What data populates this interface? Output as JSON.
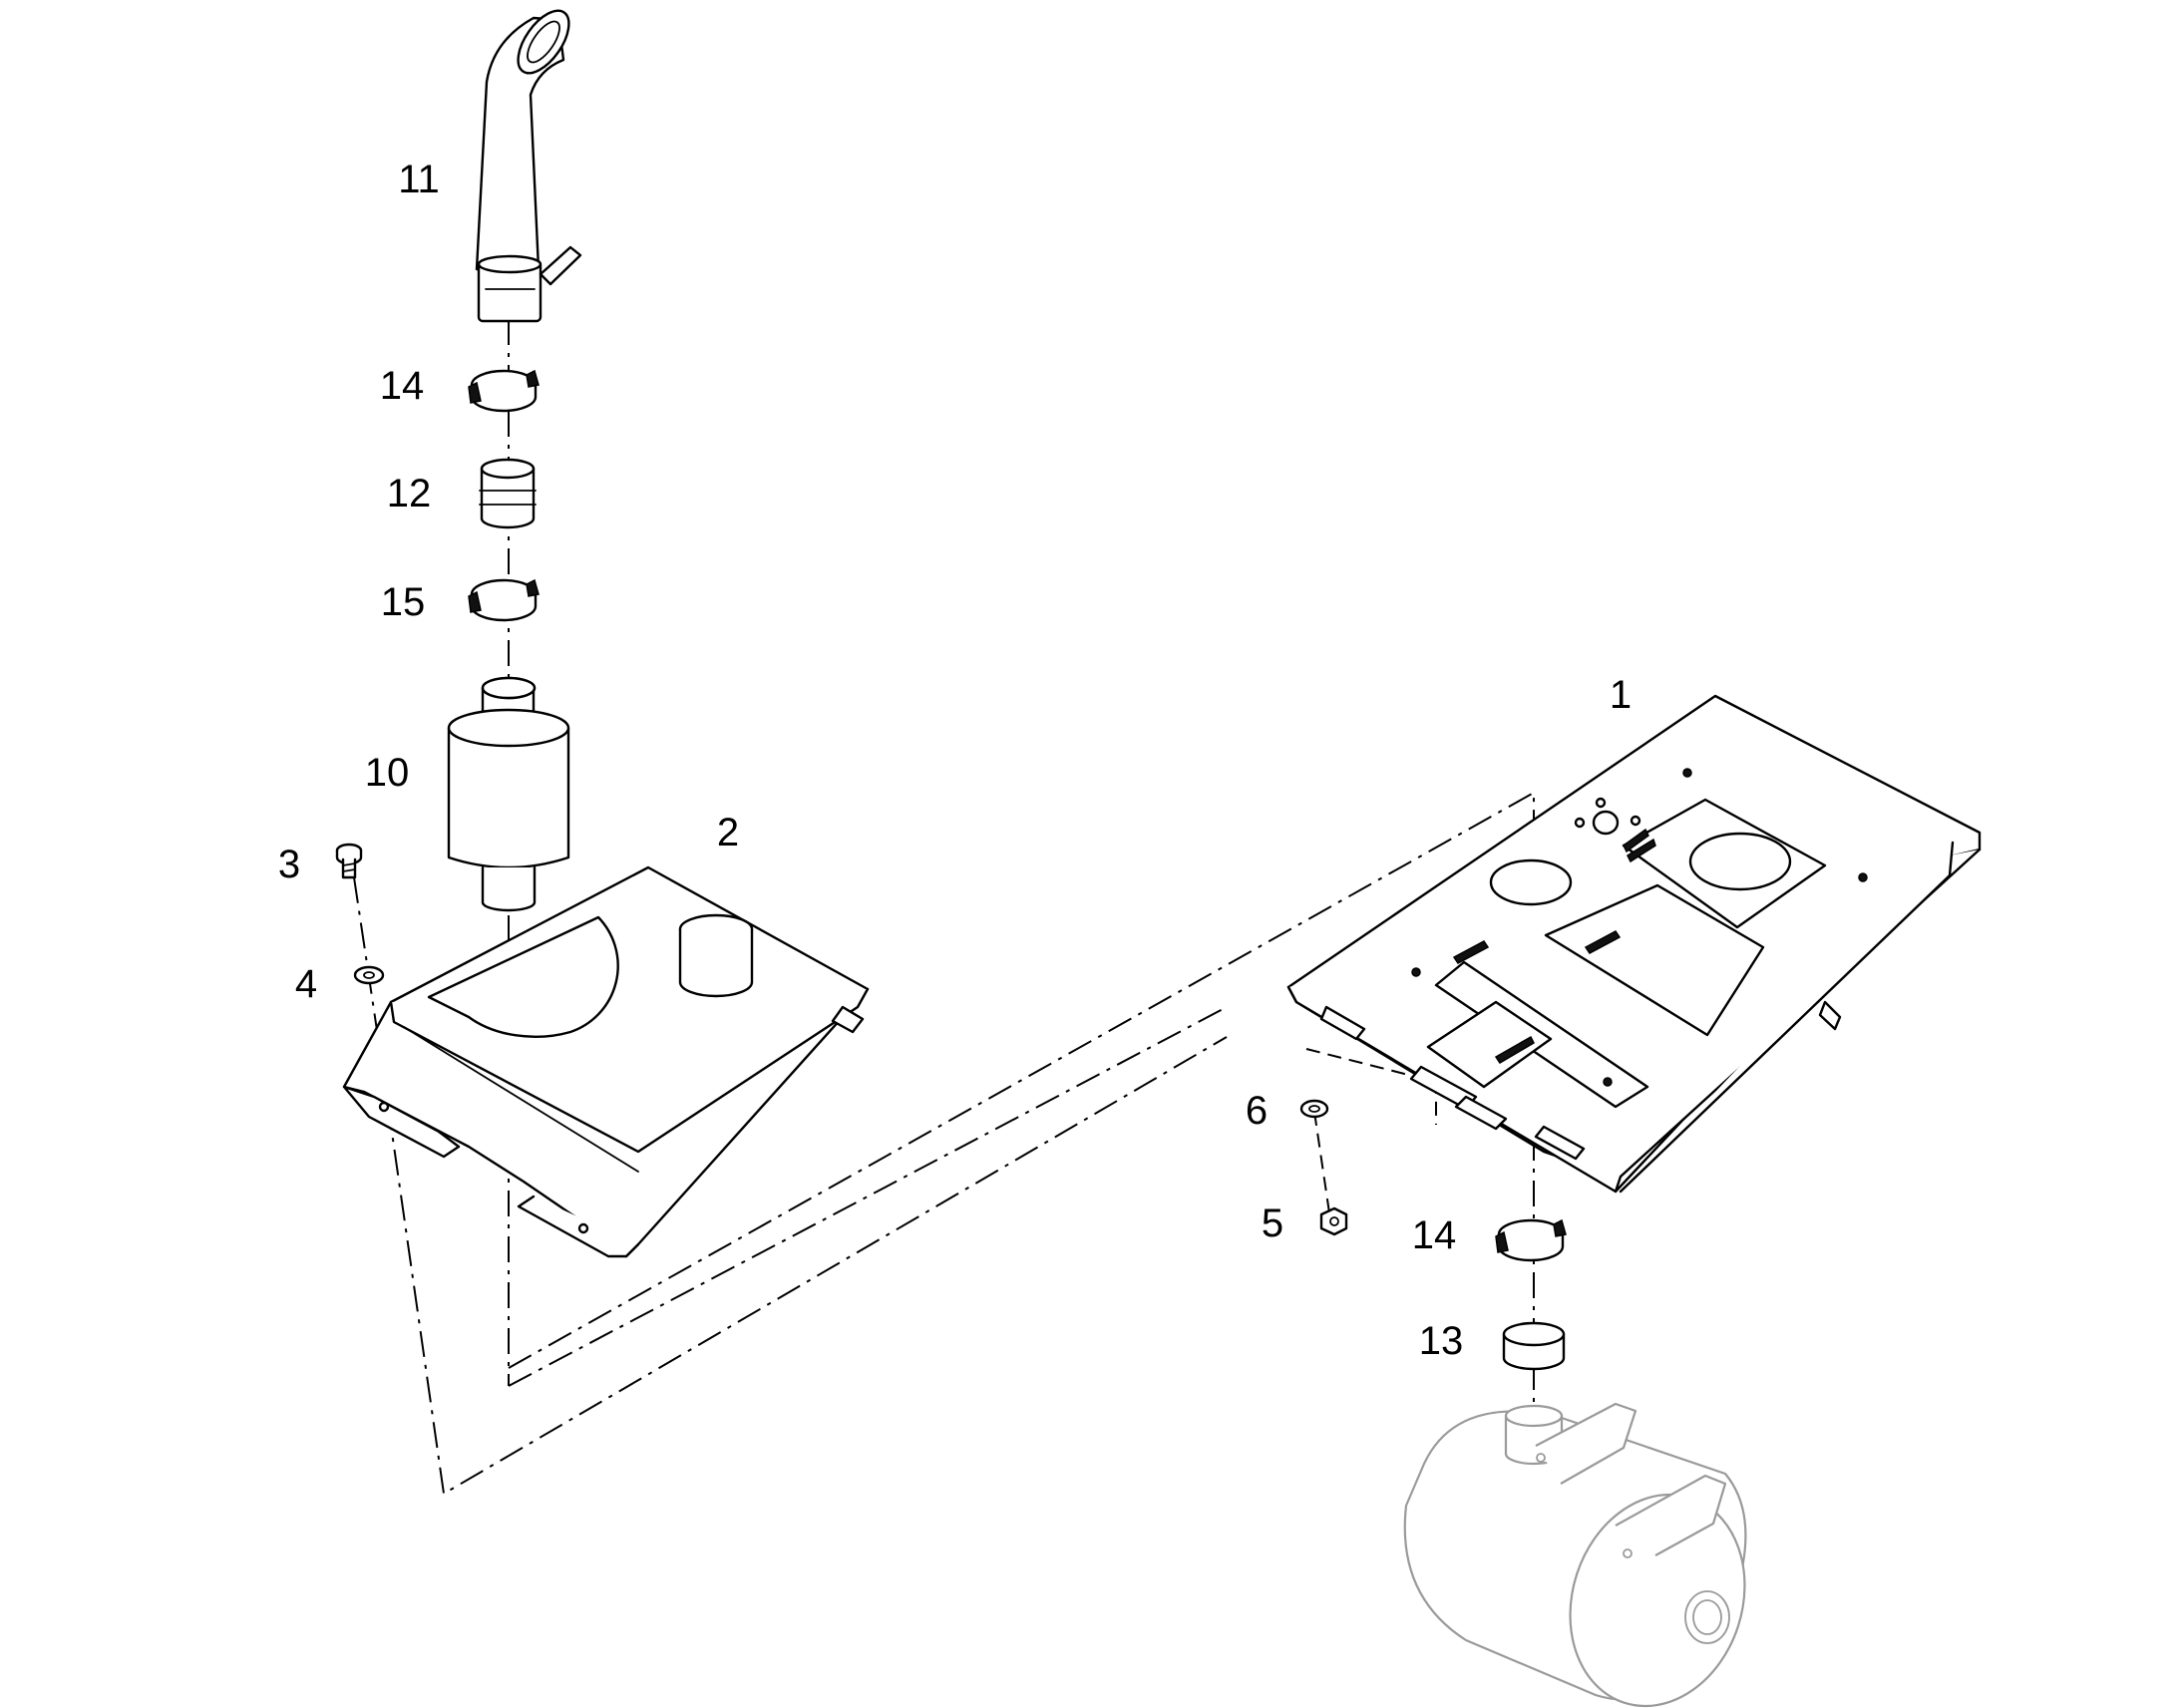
{
  "callouts": {
    "c1": "1",
    "c2": "2",
    "c3": "3",
    "c4": "4",
    "c5": "5",
    "c6": "6",
    "c10": "10",
    "c11": "11",
    "c12": "12",
    "c13": "13",
    "c14_top": "14",
    "c14_right": "14",
    "c15": "15"
  },
  "colors": {
    "line": "#000000",
    "ghosted_part": "#9a9a9a",
    "background": "#ffffff"
  }
}
